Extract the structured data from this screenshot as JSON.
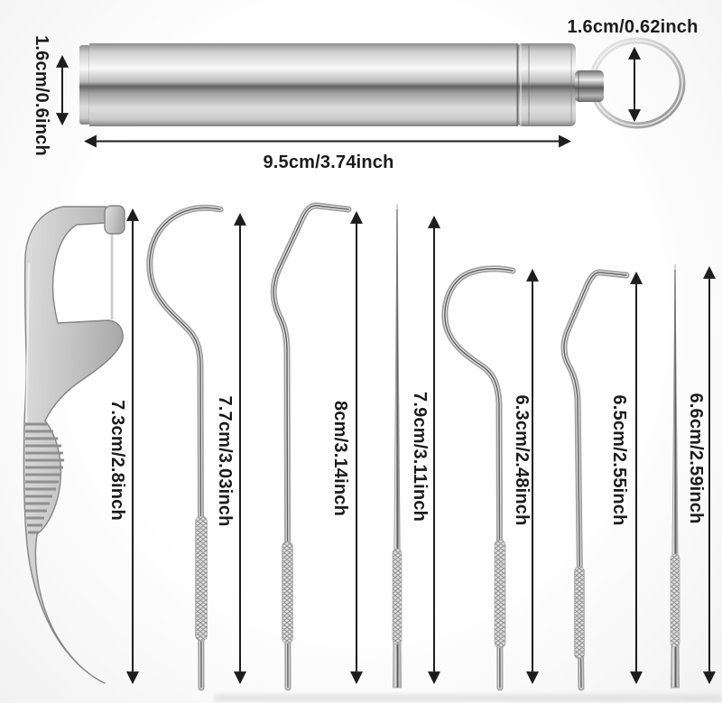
{
  "container": {
    "side_diameter_label": "1.6cm/0.6inch",
    "ring_diameter_label": "1.6cm/0.62inch",
    "length_label": "9.5cm/3.74inch"
  },
  "tools": [
    {
      "id": "floss-pick",
      "length_label": "7.3cm/2.8inch"
    },
    {
      "id": "hook-pick",
      "length_label": "7.7cm/3.03inch"
    },
    {
      "id": "angled-pick",
      "length_label": "8cm/3.14inch"
    },
    {
      "id": "straight-pick",
      "length_label": "7.9cm/3.11inch"
    },
    {
      "id": "curved-hook-pick",
      "length_label": "6.3cm/2.48inch"
    },
    {
      "id": "bent-pick",
      "length_label": "6.5cm/2.55inch"
    },
    {
      "id": "needle-pick",
      "length_label": "6.6cm/2.59inch"
    }
  ],
  "colors": {
    "annotation_text": "#1b1b1b",
    "dimension_line": "#1d1d1d",
    "metal_light": "#f2f2f2",
    "metal_mid": "#c0c0c0",
    "metal_dark": "#6a6a6a",
    "background": "#fdfdfd"
  }
}
